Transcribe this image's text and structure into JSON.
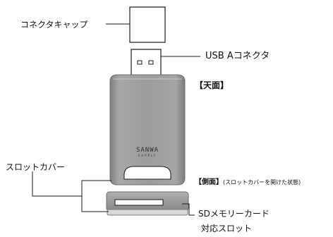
{
  "labels": {
    "cap": "コネクタキャップ",
    "usb_connector": "USB Aコネクタ",
    "top_view": "【天面】",
    "slot_cover": "スロットカバー",
    "side_view": "【側面】",
    "side_view_note": "(スロットカバーを開けた状態)",
    "sd_slot_line1": "SDメモリーカード",
    "sd_slot_line2": "対応スロット"
  },
  "brand": {
    "logo_text": "SANWA",
    "logo_sub": "SUPPLY"
  },
  "colors": {
    "line": "#1a1a1a",
    "body_gray": "#9a9a9a",
    "body_gray_dark": "#8c8c8c",
    "body_light": "#bdbdbd"
  }
}
